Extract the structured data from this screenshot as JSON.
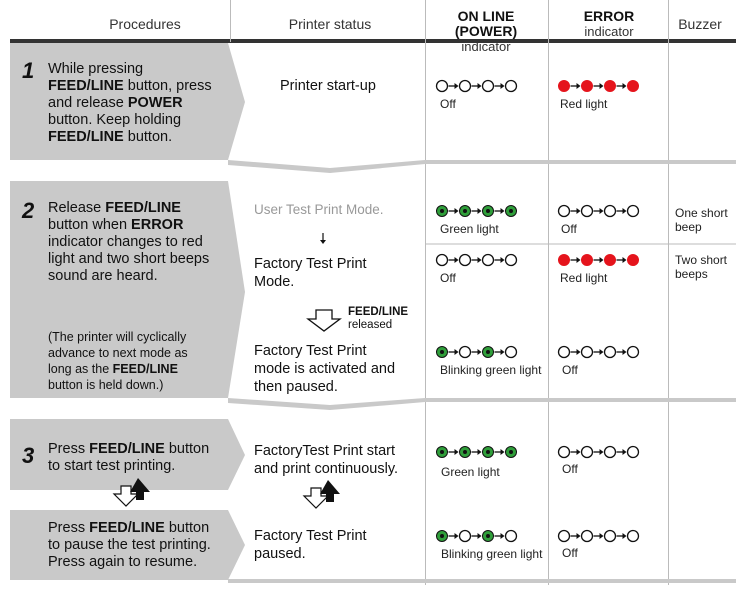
{
  "headers": {
    "procedures": "Procedures",
    "printer_status": "Printer status",
    "online_main": "ON LINE (POWER)",
    "online_sub": "indicator",
    "error_main": "ERROR",
    "error_sub": "indicator",
    "buzzer": "Buzzer"
  },
  "step1": {
    "number": "1",
    "t1": "While pressing",
    "b1": "FEED/LINE",
    "t2": " button, press",
    "t3": "and release ",
    "b2": "POWER",
    "t4": "button. Keep holding",
    "b3": "FEED/LINE",
    "t5": " button.",
    "status": "Printer start-up",
    "online_caption": "Off",
    "error_caption": "Red light"
  },
  "step2": {
    "number": "2",
    "t1": "Release ",
    "b1": "FEED/LINE",
    "t2": "button when ",
    "b2": "ERROR",
    "t3": "indicator changes to red",
    "t4": "light and two short beeps",
    "t5": "sound are heard.",
    "note_t1": "(The printer will cyclically",
    "note_t2": "advance to next mode as",
    "note_t3": "long as the ",
    "note_b1": "FEED/LINE",
    "note_t4": "button is held down.)",
    "user_mode": "User Test Print Mode.",
    "factory_l1": "Factory Test Print",
    "factory_l2": "Mode.",
    "release_bold": "FEED/LINE",
    "release_text": "released",
    "activated_l1": "Factory Test Print",
    "activated_l2": "mode is activated and",
    "activated_l3": "then paused.",
    "row1_online": "Green light",
    "row1_error": "Off",
    "row1_buzzer_l1": "One short",
    "row1_buzzer_l2": "beep",
    "row2_online": "Off",
    "row2_error": "Red light",
    "row2_buzzer_l1": "Two short",
    "row2_buzzer_l2": "beeps",
    "row3_online": "Blinking green light",
    "row3_error": "Off"
  },
  "step3": {
    "number": "3",
    "t1": "Press ",
    "b1": "FEED/LINE",
    "t2": " button",
    "t3": "to start test printing.",
    "p_t1": "Press ",
    "p_b1": "FEED/LINE",
    "p_t2": " button",
    "p_t3": "to pause the test printing.",
    "p_t4": "Press again to resume.",
    "status1_l1": "FactoryTest Print start",
    "status1_l2": "and print continuously.",
    "status2_l1": "Factory Test Print",
    "status2_l2": "paused.",
    "row1_online": "Green light",
    "row1_error": "Off",
    "row2_online": "Blinking green light",
    "row2_error": "Off"
  },
  "colors": {
    "green_led": "#2f9e3a",
    "red_led": "#e5141c",
    "gray_panel": "#c9c9c9"
  }
}
